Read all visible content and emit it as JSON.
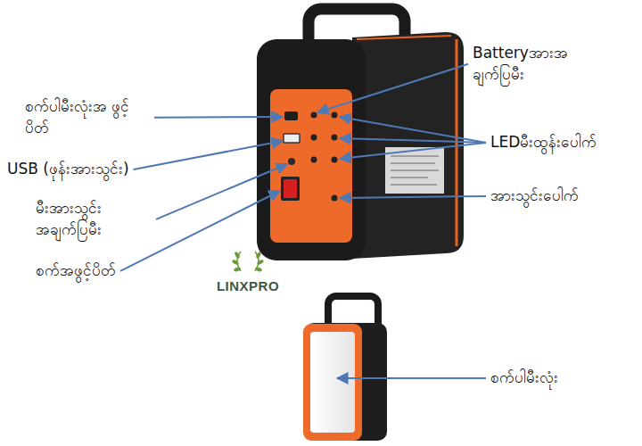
{
  "diagram": {
    "labels": [
      "စက်ပါမီးလုံးအ ဖွင့်ပိတ်",
      "USB (ဖုန်းအားသွင်း)",
      "မီးအားသွင်း အချက်ပြမီး",
      "စက်အဖွင့်ပိတ်",
      "Batteryအားအ ချက်ပြမီး",
      "LEDမီးထွန်းပေါက်",
      "အားသွင်းပေါက်",
      "LINXPRO",
      "စက်ပါမီးလုံး"
    ]
  }
}
